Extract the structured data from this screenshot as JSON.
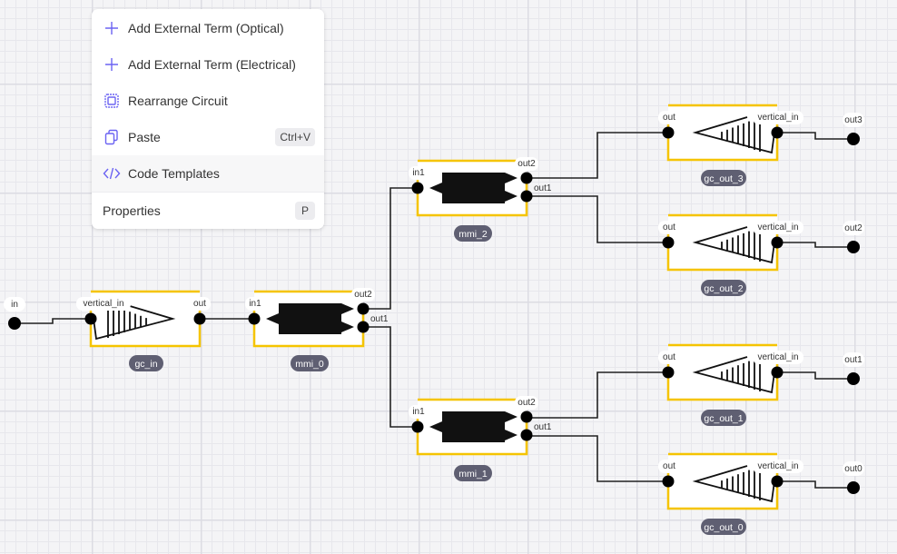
{
  "context_menu": {
    "items": [
      {
        "label": "Add External Term (Optical)",
        "icon": "plus-icon"
      },
      {
        "label": "Add External Term (Electrical)",
        "icon": "plus-icon"
      },
      {
        "label": "Rearrange Circuit",
        "icon": "chip-icon"
      },
      {
        "label": "Paste",
        "icon": "clipboard-icon",
        "shortcut": "Ctrl+V"
      },
      {
        "label": "Code Templates",
        "icon": "code-icon"
      },
      {
        "label": "Properties",
        "shortcut": "P"
      }
    ],
    "accent_color": "#6b63f2"
  },
  "circuit": {
    "terminals": [
      "in",
      "out3",
      "out2",
      "out1",
      "out0"
    ],
    "components": {
      "gc_in": {
        "name": "gc_in",
        "ports": [
          "vertical_in",
          "out"
        ]
      },
      "mmi_0": {
        "name": "mmi_0",
        "ports": [
          "in1",
          "out2",
          "out1"
        ]
      },
      "mmi_2": {
        "name": "mmi_2",
        "ports": [
          "in1",
          "out2",
          "out1"
        ]
      },
      "mmi_1": {
        "name": "mmi_1",
        "ports": [
          "in1",
          "out2",
          "out1"
        ]
      },
      "gc_out_3": {
        "name": "gc_out_3",
        "ports": [
          "out",
          "vertical_in"
        ]
      },
      "gc_out_2": {
        "name": "gc_out_2",
        "ports": [
          "out",
          "vertical_in"
        ]
      },
      "gc_out_1": {
        "name": "gc_out_1",
        "ports": [
          "out",
          "vertical_in"
        ]
      },
      "gc_out_0": {
        "name": "gc_out_0",
        "ports": [
          "out",
          "vertical_in"
        ]
      }
    },
    "component_outline_color": "#f5c400",
    "label_pill_color": "#5f5f72"
  }
}
